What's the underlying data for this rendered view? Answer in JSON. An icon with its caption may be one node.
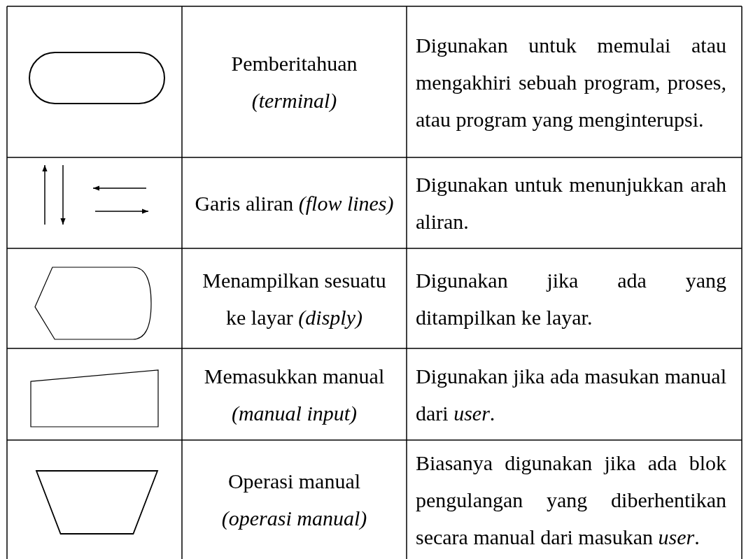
{
  "diagram": {
    "nodes": [
      {
        "text": [],
        "shape": "stadium"
      },
      {
        "text": [],
        "shape": "display"
      },
      {
        "text": [],
        "shape": "quadrilateral"
      },
      {
        "text": [],
        "shape": "trapezoid"
      }
    ],
    "labels": [
      "Pemberitahuan *(terminal)*",
      "Digunakan untuk memulai atau mengakhiri sebuah program, proses, atau program yang menginterupsi.",
      "Garis aliran *(flow lines)*",
      "Digunakan untuk menunjukkan arah aliran.",
      "Menampilkan sesuatu ke layar *(disply)*",
      "Digunakan jika ada yang ditampilkan ke layar.",
      "Memasukkan manual *(manual input)*",
      "Digunakan jika ada masukan manual dari *user*.",
      "Operasi manual *(operasi manual)*",
      "Biasanya digunakan jika ada blok pengulangan yang diberhentikan secara manual dari masukan *user*."
    ]
  }
}
